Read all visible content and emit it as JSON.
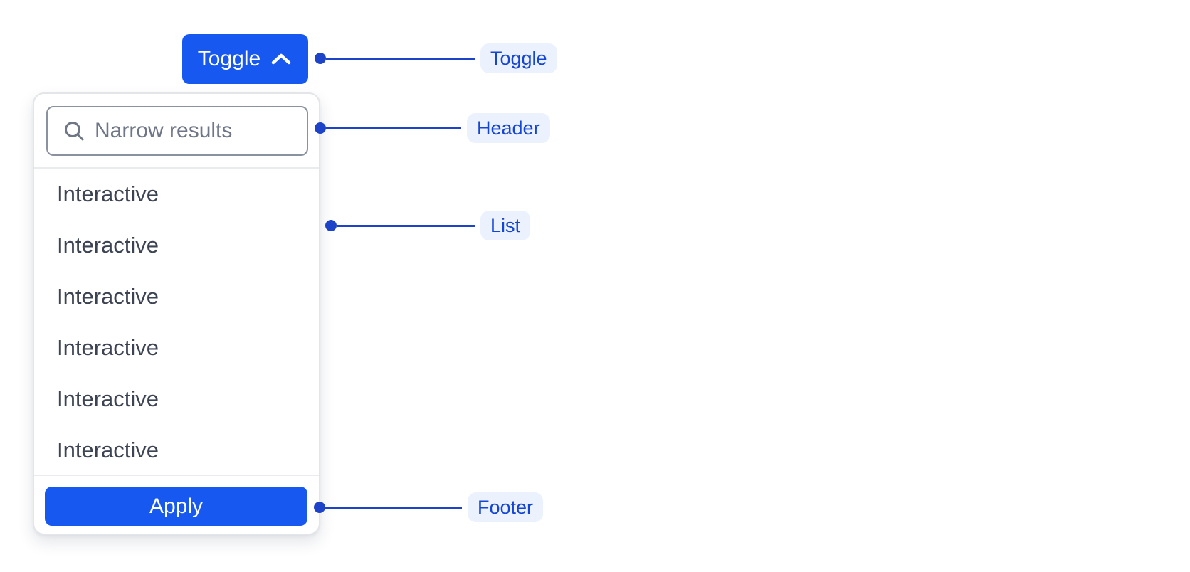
{
  "toggle_button": {
    "label": "Toggle",
    "icon": "chevron-up-icon"
  },
  "dropdown": {
    "header": {
      "search_placeholder": "Narrow results",
      "search_value": "",
      "icon": "search-icon"
    },
    "list_items": [
      {
        "label": "Interactive"
      },
      {
        "label": "Interactive"
      },
      {
        "label": "Interactive"
      },
      {
        "label": "Interactive"
      },
      {
        "label": "Interactive"
      },
      {
        "label": "Interactive"
      }
    ],
    "footer": {
      "apply_label": "Apply"
    }
  },
  "annotations": [
    {
      "id": "toggle",
      "label": "Toggle"
    },
    {
      "id": "header",
      "label": "Header"
    },
    {
      "id": "list",
      "label": "List"
    },
    {
      "id": "footer",
      "label": "Footer"
    }
  ],
  "colors": {
    "accent-blue": "#1758F0",
    "annotation-blue": "#1C43C8",
    "annotation-text": "#1445D3",
    "annotation-bg": "#EBF1FD",
    "panel-border": "#E3E5E9",
    "divider": "#EAEBEF",
    "input-border": "#8B929F",
    "muted-text": "#6F7787",
    "item-text": "#3C4353"
  }
}
